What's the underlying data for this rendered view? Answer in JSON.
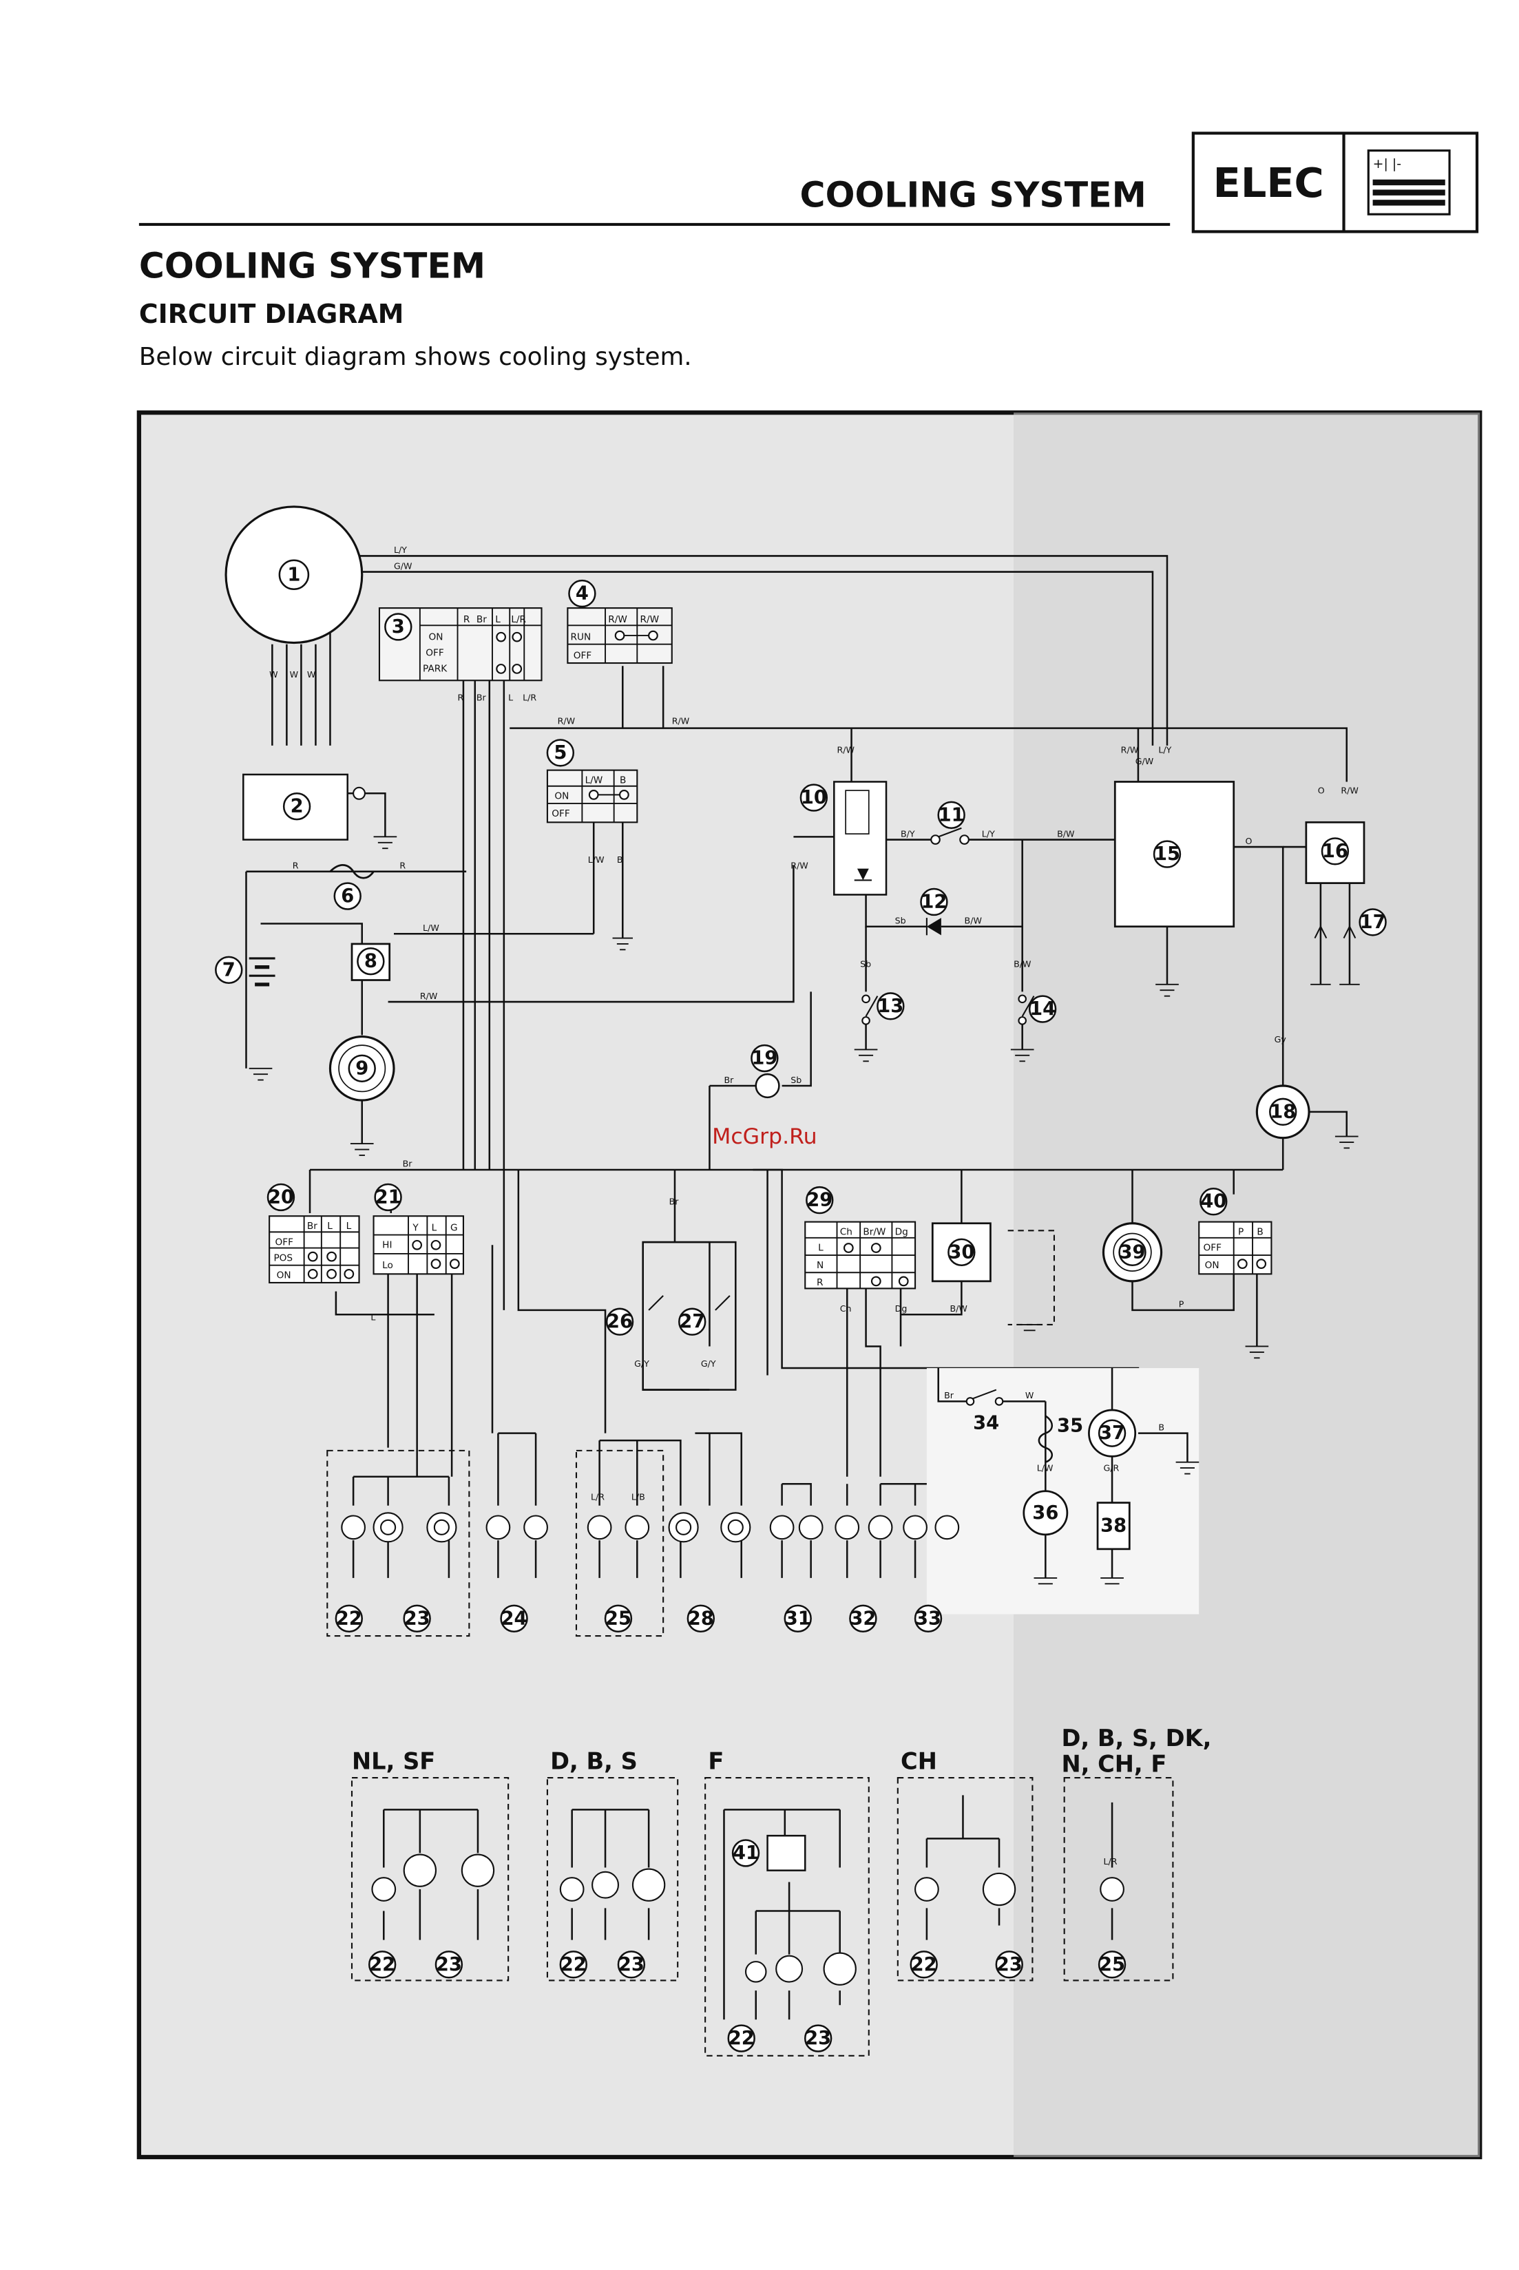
{
  "header": {
    "section_title": "COOLING SYSTEM",
    "badge": "ELEC",
    "badge_icon": "battery-symbol-icon",
    "badge_icon_text": "+|  |-"
  },
  "content": {
    "title": "COOLING SYSTEM",
    "subtitle": "CIRCUIT DIAGRAM",
    "description": "Below circuit diagram shows cooling system."
  },
  "watermark": "McGrp.Ru",
  "diagram": {
    "components": [
      "1",
      "2",
      "3",
      "4",
      "5",
      "6",
      "7",
      "8",
      "9",
      "10",
      "11",
      "12",
      "13",
      "14",
      "15",
      "16",
      "17",
      "18",
      "19",
      "20",
      "21",
      "22",
      "23",
      "24",
      "25",
      "26",
      "27",
      "28",
      "29",
      "30",
      "31",
      "32",
      "33",
      "34",
      "35",
      "36",
      "37",
      "38",
      "39",
      "40",
      "41"
    ],
    "region_labels": [
      "NL, SF",
      "D, B, S",
      "F",
      "CH",
      "D, B, S, DK,",
      "N, CH, F"
    ],
    "switch_main": {
      "cols": [
        "R",
        "Br",
        "L",
        "L/R"
      ],
      "rows": [
        "ON",
        "OFF",
        "PARK"
      ]
    },
    "switch_engine_stop": {
      "cols": [
        "R/W",
        "R/W"
      ],
      "rows": [
        "RUN",
        "OFF"
      ]
    },
    "switch_start": {
      "cols": [
        "L/W",
        "B"
      ],
      "rows": [
        "ON",
        "OFF"
      ]
    },
    "switch_light": {
      "cols": [
        "Br",
        "L",
        "L"
      ],
      "rows": [
        "OFF",
        "POS",
        "ON"
      ]
    },
    "switch_dimmer": {
      "cols": [
        "Y",
        "L",
        "G"
      ],
      "rows": [
        "HI",
        "Lo"
      ]
    },
    "switch_turn": {
      "cols": [
        "Ch",
        "Br/W",
        "Dg"
      ],
      "rows": [
        "L",
        "N",
        "R"
      ]
    },
    "switch_horn": {
      "cols": [
        "P",
        "B"
      ],
      "rows": [
        "OFF",
        "ON"
      ]
    },
    "wire_colors": {
      "ly": "L/Y",
      "gw": "G/W",
      "w": "W",
      "r": "R",
      "br": "Br",
      "l": "L",
      "lr": "L/R",
      "rw": "R/W",
      "lw": "L/W",
      "b": "B",
      "by": "B/Y",
      "bw": "B/W",
      "sb": "Sb",
      "o": "O",
      "gy": "Gy",
      "ch": "Ch",
      "dg": "Dg",
      "gy2": "G/Y",
      "y": "Y",
      "g": "G",
      "p": "P",
      "lb": "L/B",
      "gr": "G/R"
    }
  }
}
